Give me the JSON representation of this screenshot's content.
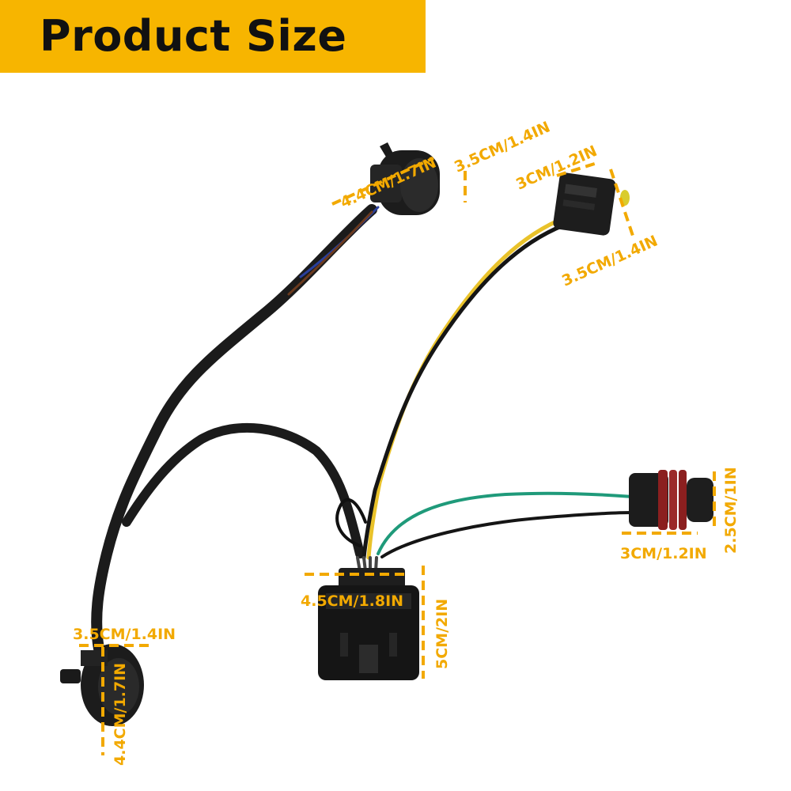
{
  "banner": {
    "title": "Product Size",
    "background_color": "#f7b500",
    "text_color": "#111111"
  },
  "accent_color": "#f2a900",
  "dimensions": {
    "top_connector_width": "4.4CM/1.7IN",
    "top_connector_height": "3.5CM/1.4IN",
    "right_connector_width": "3CM/1.2IN",
    "right_connector_height": "3.5CM/1.4IN",
    "sealed_connector_height": "2.5CM/1IN",
    "sealed_connector_width": "3CM/1.2IN",
    "main_plug_width": "4.5CM/1.8IN",
    "main_plug_height": "5CM/2IN",
    "left_connector_width": "3.5CM/1.4IN",
    "left_connector_height": "4.4CM/1.7IN"
  }
}
